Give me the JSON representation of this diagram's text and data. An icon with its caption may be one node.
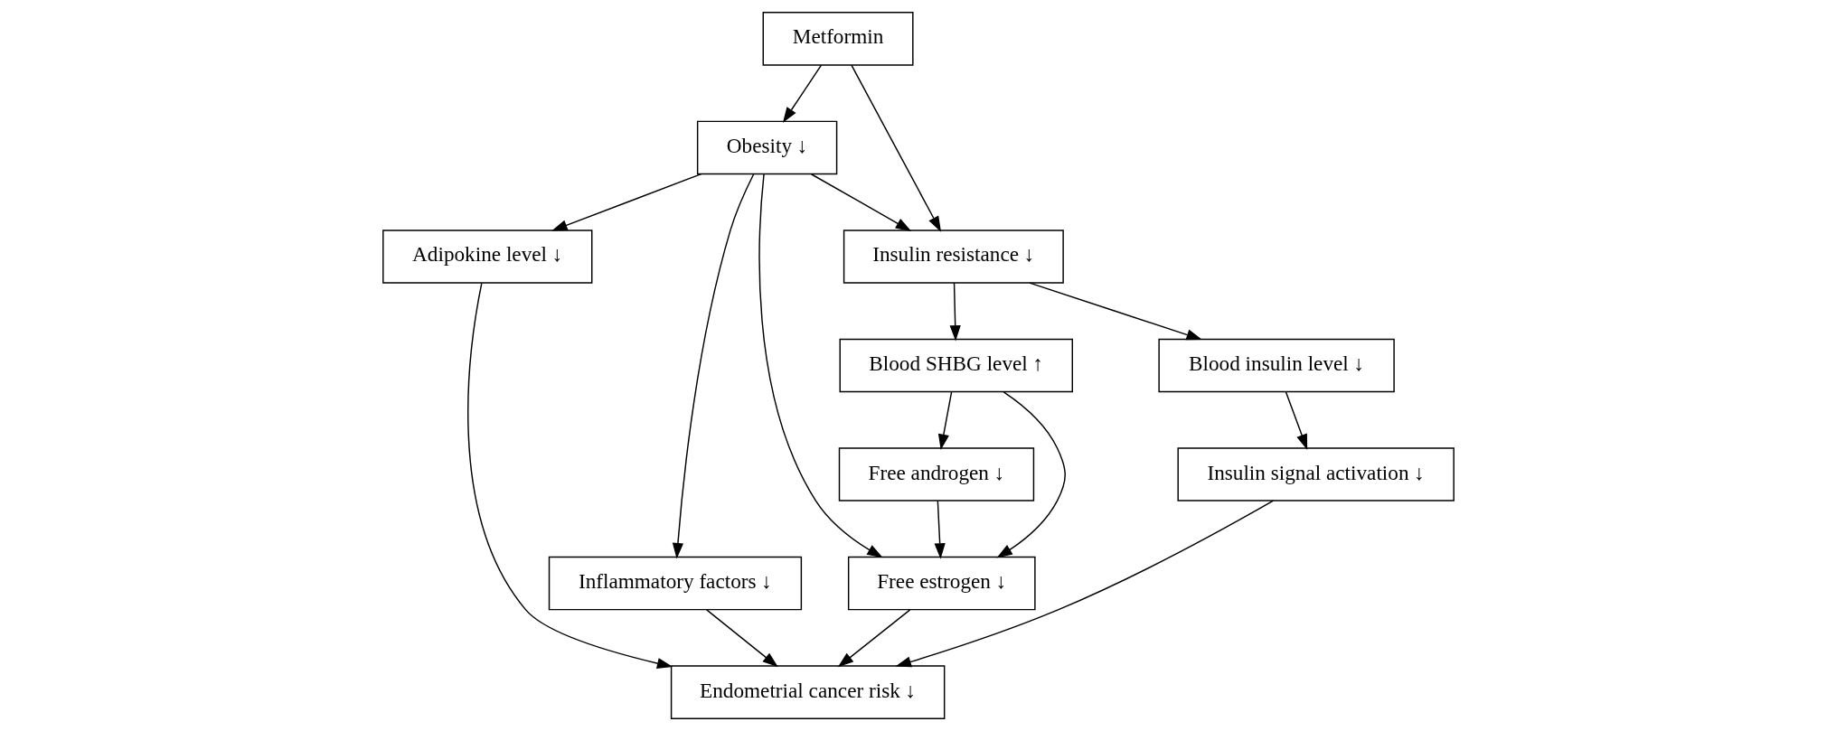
{
  "diagram": {
    "nodes": [
      {
        "text": [
          "Metformin"
        ]
      },
      {
        "text": [
          "Insulin resistance ↓"
        ]
      },
      {
        "text": [
          "Obesity ↓"
        ]
      },
      {
        "text": [
          "Blood insulin level ↓"
        ]
      },
      {
        "text": [
          "Blood SHBG level ↑"
        ]
      },
      {
        "text": [
          "Inflammatory factors ↓"
        ]
      },
      {
        "text": [
          "Adipokine level ↓"
        ]
      },
      {
        "text": [
          "Insulin signal activation ↓"
        ]
      },
      {
        "text": [
          "Free estrogen ↓"
        ]
      },
      {
        "text": [
          "Free androgen ↓"
        ]
      },
      {
        "text": [
          "Endometrial cancer risk ↓"
        ]
      }
    ],
    "edges": [
      {
        "from": 0,
        "to": 1,
        "arrow": "to"
      },
      {
        "from": 0,
        "to": 2,
        "arrow": "to"
      },
      {
        "from": 2,
        "to": 1,
        "arrow": "to"
      },
      {
        "from": 1,
        "to": 3,
        "arrow": "to"
      },
      {
        "from": 1,
        "to": 4,
        "arrow": "to"
      },
      {
        "from": 2,
        "to": 5,
        "arrow": "to"
      },
      {
        "from": 2,
        "to": 6,
        "arrow": "to"
      },
      {
        "from": 3,
        "to": 7,
        "arrow": "to"
      },
      {
        "from": 4,
        "to": 8,
        "arrow": "to"
      },
      {
        "from": 4,
        "to": 9,
        "arrow": "to"
      },
      {
        "from": 2,
        "to": 8,
        "arrow": "to"
      },
      {
        "from": 9,
        "to": 8,
        "arrow": "to"
      },
      {
        "from": 7,
        "to": 10,
        "arrow": "to"
      },
      {
        "from": 8,
        "to": 10,
        "arrow": "to"
      },
      {
        "from": 5,
        "to": 10,
        "arrow": "to"
      },
      {
        "from": 6,
        "to": 10,
        "arrow": "to"
      }
    ]
  }
}
